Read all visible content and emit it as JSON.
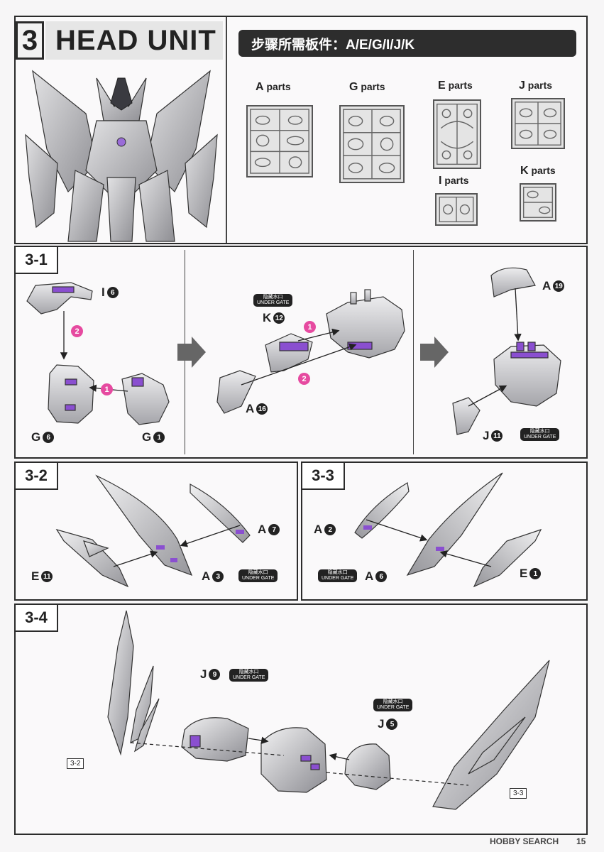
{
  "step": {
    "number": "3",
    "title": "HEAD UNIT",
    "required_parts_label": "步骤所需板件：A/E/G/I/J/K"
  },
  "runners": [
    {
      "letter": "A",
      "suffix": "parts"
    },
    {
      "letter": "G",
      "suffix": "parts"
    },
    {
      "letter": "E",
      "suffix": "parts"
    },
    {
      "letter": "J",
      "suffix": "parts"
    },
    {
      "letter": "I",
      "suffix": "parts"
    },
    {
      "letter": "K",
      "suffix": "parts"
    }
  ],
  "gate": {
    "cn": "隐藏水口",
    "en": "UNDER GATE"
  },
  "substeps": {
    "s1": {
      "label": "3-1",
      "parts": {
        "i6": {
          "letter": "I",
          "num": "6"
        },
        "g6": {
          "letter": "G",
          "num": "6"
        },
        "g1": {
          "letter": "G",
          "num": "1"
        },
        "k12": {
          "letter": "K",
          "num": "12"
        },
        "a16": {
          "letter": "A",
          "num": "16"
        },
        "a19": {
          "letter": "A",
          "num": "19"
        },
        "j11": {
          "letter": "J",
          "num": "11"
        }
      },
      "order": [
        "1",
        "2"
      ]
    },
    "s2": {
      "label": "3-2",
      "parts": {
        "a7": {
          "letter": "A",
          "num": "7"
        },
        "a3": {
          "letter": "A",
          "num": "3"
        },
        "e11": {
          "letter": "E",
          "num": "11"
        }
      }
    },
    "s3": {
      "label": "3-3",
      "parts": {
        "a2": {
          "letter": "A",
          "num": "2"
        },
        "a6": {
          "letter": "A",
          "num": "6"
        },
        "e1": {
          "letter": "E",
          "num": "1"
        }
      }
    },
    "s4": {
      "label": "3-4",
      "parts": {
        "j9": {
          "letter": "J",
          "num": "9"
        },
        "j5": {
          "letter": "J",
          "num": "5"
        }
      },
      "refs": [
        "3-2",
        "3-3"
      ]
    }
  },
  "footer": {
    "watermark": "HOBBY SEARCH",
    "page": "15"
  },
  "colors": {
    "accent": "#8a4fd0",
    "order_marker": "#e64aa0",
    "ink": "#2b2b2b"
  }
}
